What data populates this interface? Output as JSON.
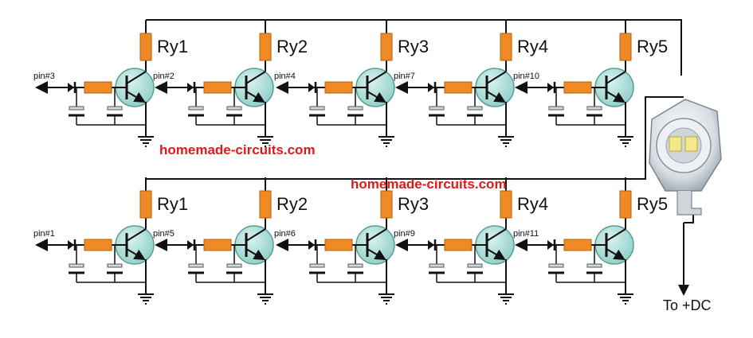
{
  "rows": [
    {
      "stages": [
        {
          "relay": "Ry1",
          "pin": "pin#3"
        },
        {
          "relay": "Ry2",
          "pin": "pin#2"
        },
        {
          "relay": "Ry3",
          "pin": "pin#4"
        },
        {
          "relay": "Ry4",
          "pin": "pin#7"
        },
        {
          "relay": "Ry5",
          "pin": "pin#10"
        }
      ]
    },
    {
      "stages": [
        {
          "relay": "Ry1",
          "pin": "pin#1"
        },
        {
          "relay": "Ry2",
          "pin": "pin#5"
        },
        {
          "relay": "Ry3",
          "pin": "pin#6"
        },
        {
          "relay": "Ry4",
          "pin": "pin#9"
        },
        {
          "relay": "Ry5",
          "pin": "pin#11"
        }
      ]
    }
  ],
  "watermarks": [
    "homemade-circuits.com",
    "homemade-circuits.com"
  ],
  "supply_label": "To +DC",
  "colors": {
    "wire": "#111111",
    "resistor": "#f08a24",
    "resistor_border": "#b35f10",
    "transistor": "#a8ddd7",
    "watermark": "#e01919"
  }
}
